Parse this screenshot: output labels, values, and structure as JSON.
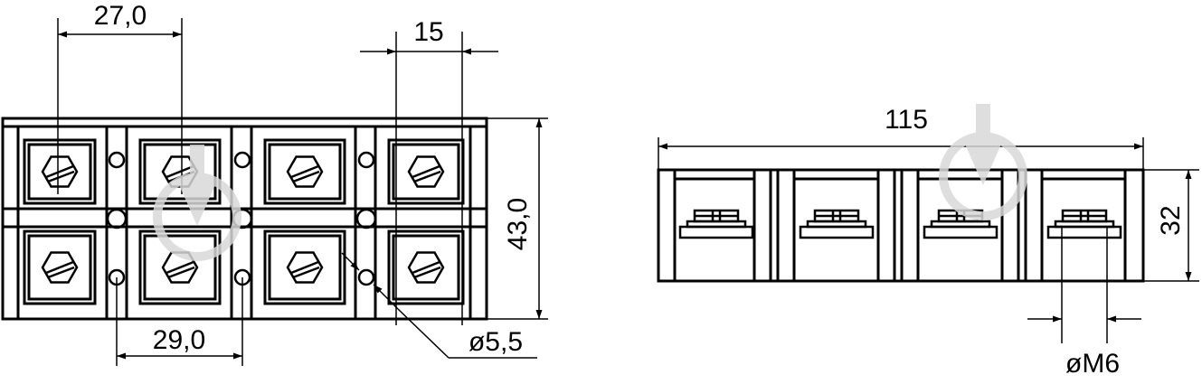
{
  "dimensions": {
    "pitch_top": "27,0",
    "pitch_bottom": "29,0",
    "terminal_width": "15",
    "height_front": "43,0",
    "hole_diameter": "ø5,5",
    "overall_length": "115",
    "height_side": "32",
    "thread": "øM6"
  },
  "colors": {
    "line": "#000000",
    "watermark": "#d9d9d9",
    "background": "#ffffff"
  },
  "icons": [
    "watermark-logo-icon"
  ]
}
